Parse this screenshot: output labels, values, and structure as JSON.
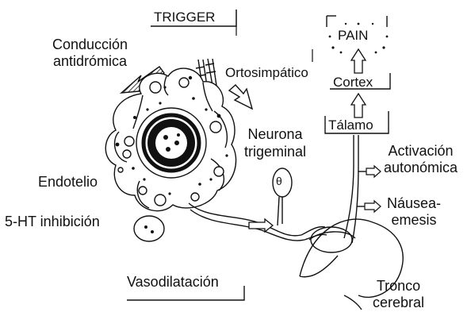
{
  "labels": {
    "trigger": "TRIGGER",
    "conduccion_1": "Conducción",
    "conduccion_2": "antidrómica",
    "ortosimpatico": "Ortosimpático",
    "neurona_1": "Neurona",
    "neurona_2": "trigeminal",
    "endotelio": "Endotelio",
    "serotonin": "5-HT inhibición",
    "vasodilatacion": "Vasodilatación",
    "pain": "PAIN",
    "cortex": "Cortex",
    "talamo": "Tálamo",
    "activacion_1": "Activación",
    "activacion_2": "autonómica",
    "nausea_1": "Náusea-",
    "nausea_2": "emesis",
    "tronco_1": "Tronco",
    "tronco_2": "cerebral",
    "neuron_mark": "θ"
  },
  "colors": {
    "ink": "#111111",
    "background": "#ffffff"
  }
}
